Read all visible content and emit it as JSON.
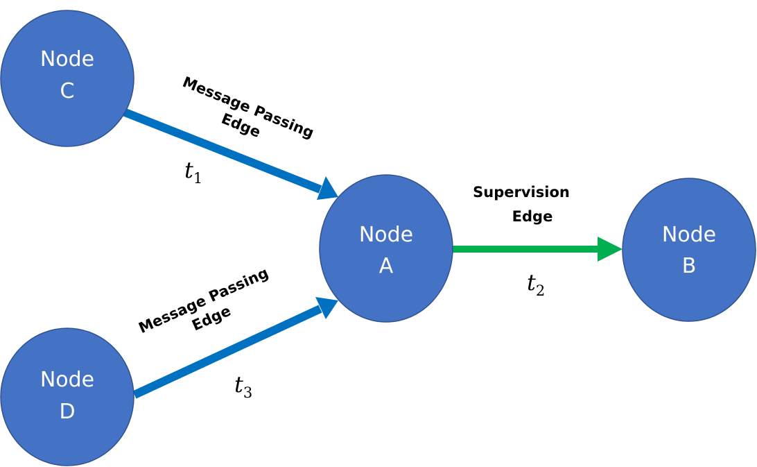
{
  "colors": {
    "node_fill": "#4472c4",
    "message_edge": "#0070c0",
    "supervision_edge": "#00b050"
  },
  "nodes": {
    "c": {
      "line1": "Node",
      "line2": "C"
    },
    "d": {
      "line1": "Node",
      "line2": "D"
    },
    "a": {
      "line1": "Node",
      "line2": "A"
    },
    "b": {
      "line1": "Node",
      "line2": "B"
    }
  },
  "edges": {
    "c_to_a": {
      "kind": "message-passing",
      "label_line1": "Message Passing",
      "label_line2": "Edge",
      "time_var": "t",
      "time_sub": "1"
    },
    "d_to_a": {
      "kind": "message-passing",
      "label_line1": "Message Passing",
      "label_line2": "Edge",
      "time_var": "t",
      "time_sub": "3"
    },
    "a_to_b": {
      "kind": "supervision",
      "label_line1": "Supervision",
      "label_line2": "Edge",
      "time_var": "t",
      "time_sub": "2"
    }
  }
}
